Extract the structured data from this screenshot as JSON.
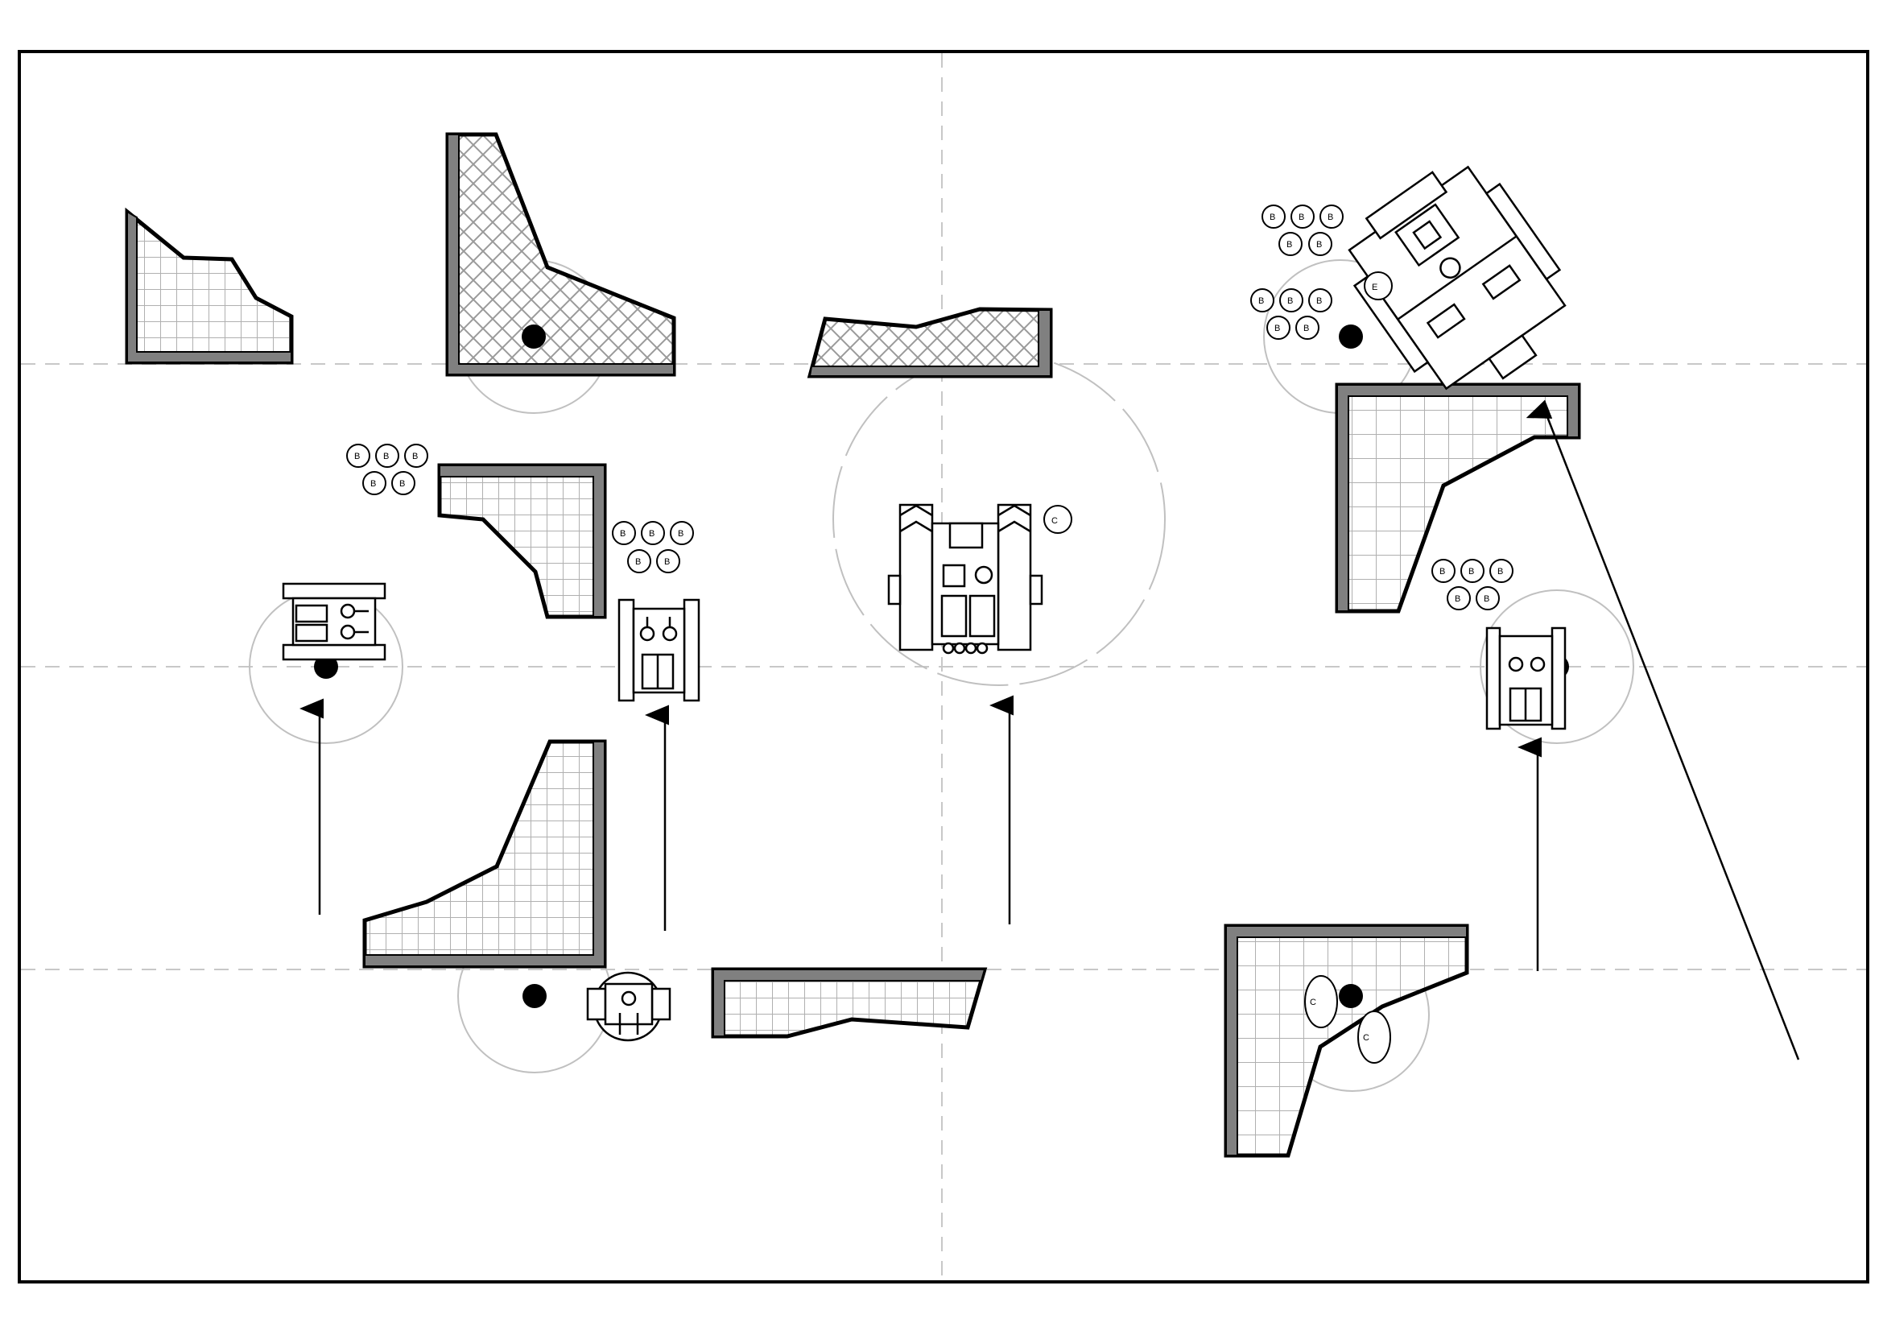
{
  "markers": [
    {
      "id": "b1",
      "label": "B"
    },
    {
      "id": "c1",
      "label": "C"
    },
    {
      "id": "e1",
      "label": "E"
    },
    {
      "id": "cr1",
      "label": "C"
    }
  ],
  "colors": {
    "stroke": "#000000",
    "wall_fill": "#808080",
    "grid": "#b0b0b0",
    "guide": "#c8c8c8",
    "range": "#c0c0c0"
  }
}
